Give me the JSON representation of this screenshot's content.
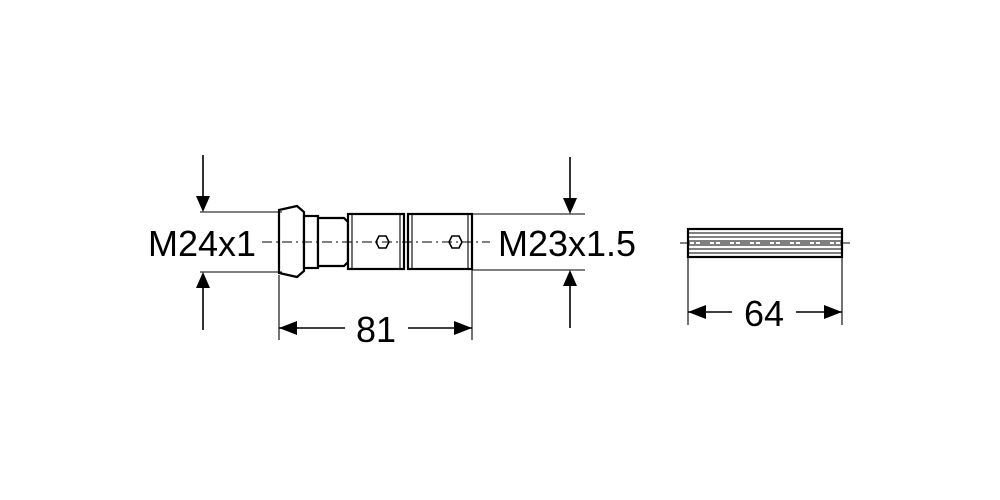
{
  "dimensions": {
    "left_thread": "M24x1",
    "right_thread": "M23x1.5",
    "length": "81",
    "handle_length": "64"
  }
}
